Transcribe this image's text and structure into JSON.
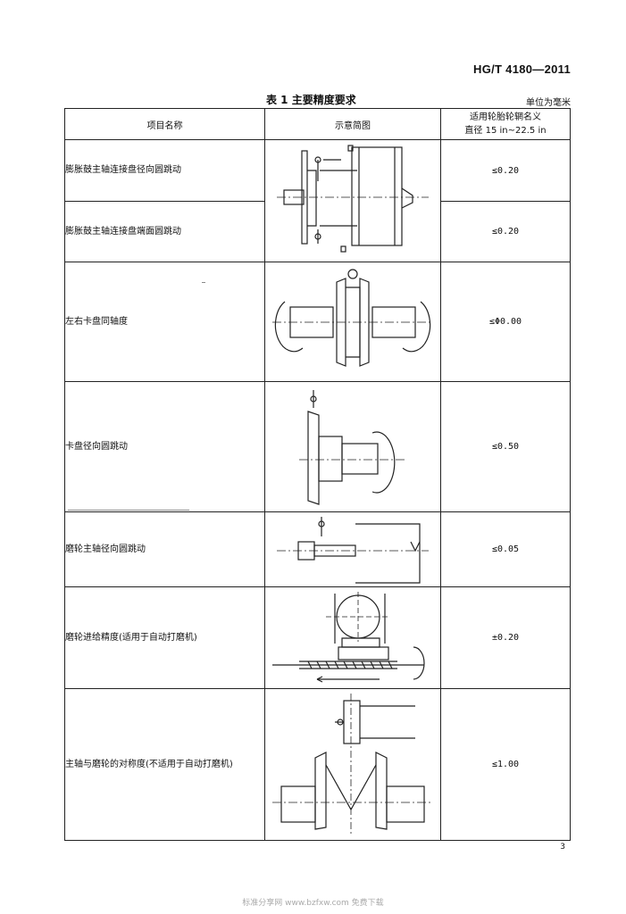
{
  "header": {
    "standard_number": "HG/T 4180—2011"
  },
  "table": {
    "title": "表 1   主要精度要求",
    "unit": "单位为毫米",
    "columns": {
      "name": "项目名称",
      "figure": "示意简图",
      "tolerance_line1": "适用轮胎轮辋名义",
      "tolerance_line2": "直径 15 in~22.5 in"
    },
    "rows": [
      {
        "name": "膨胀鼓主轴连接盘径向圆跳动",
        "value": "≤0.20",
        "figure_icon": "expansion-drum-icon"
      },
      {
        "name": "膨胀鼓主轴连接盘端面圆跳动",
        "value": "≤0.20"
      },
      {
        "name": "左右卡盘同轴度",
        "value": "≤Φ0.00",
        "figure_icon": "chuck-coaxiality-icon"
      },
      {
        "name": "卡盘径向圆跳动",
        "value": "≤0.50",
        "figure_icon": "chuck-runout-icon"
      },
      {
        "name": "磨轮主轴径向圆跳动",
        "value": "≤0.05",
        "figure_icon": "grinding-spindle-icon"
      },
      {
        "name": "磨轮进给精度(适用于自动打磨机)",
        "value": "±0.20",
        "figure_icon": "feed-accuracy-icon"
      },
      {
        "name": "主轴与磨轮的对称度(不适用于自动打磨机)",
        "value": "≤1.00",
        "figure_icon": "symmetry-icon"
      }
    ]
  },
  "page_number": "3",
  "footer": "标准分享网 www.bzfxw.com 免费下载"
}
